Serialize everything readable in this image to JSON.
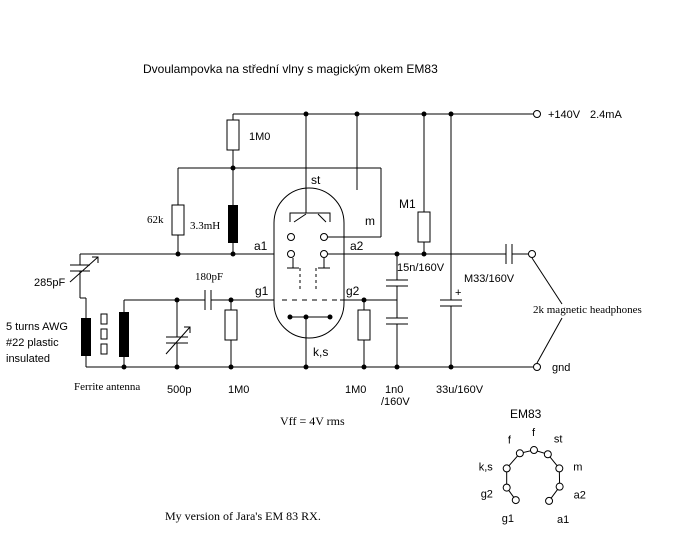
{
  "title": "Dvoulampovka na střední vlny s magickým okem EM83",
  "footer": "My version of Jara's EM 83 RX.",
  "heater": "Vff = 4V rms",
  "supply": {
    "voltage": "+140V",
    "current": "2.4mA"
  },
  "ground": "gnd",
  "components": {
    "r_top": "1M0",
    "r_62k": "62k",
    "choke": "3.3mH",
    "r_m1": "M1",
    "c_285": "285pF",
    "c_180": "180pF",
    "c_15n": "15n/160V",
    "c_m33": "M33/160V",
    "cap_500p": "500p",
    "r_g1": "1M0",
    "r_g2": "1M0",
    "c_1n0_a": "1n0",
    "c_1n0_b": "/160V",
    "c_33u": "33u/160V"
  },
  "coil": {
    "line1": "5 turns AWG",
    "line2": "#22 plastic",
    "line3": "insulated"
  },
  "antenna": "Ferrite antenna",
  "headphones": "2k magnetic headphones",
  "tube_pins": {
    "st": "st",
    "m": "m",
    "a1": "a1",
    "a2": "a2",
    "g1": "g1",
    "g2": "g2",
    "ks": "k,s"
  },
  "pinout": {
    "title": "EM83",
    "labels": [
      "f",
      "f",
      "st",
      "m",
      "a2",
      "a1",
      "g1",
      "g2",
      "k,s"
    ]
  }
}
